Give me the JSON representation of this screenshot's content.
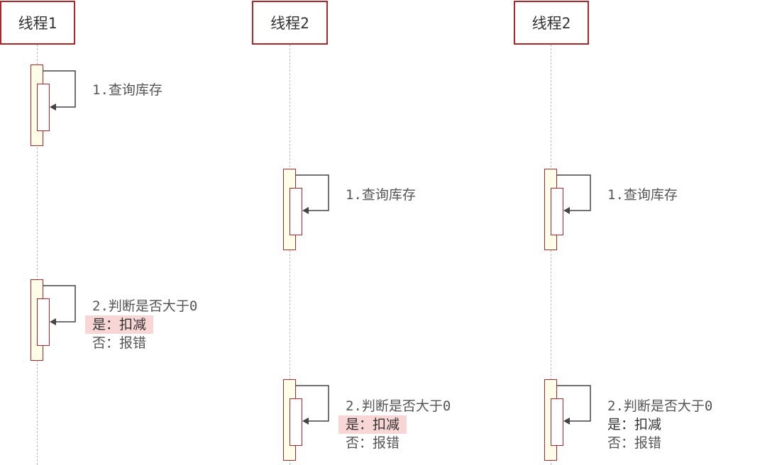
{
  "participants": [
    "线程1",
    "线程2",
    "线程2"
  ],
  "messages": {
    "query": "1.查询库存",
    "judge": "2.判断是否大于0",
    "yes": "是：扣减",
    "no": "否：报错"
  },
  "colors": {
    "border": "#a8292b",
    "activation_fill": "#fffde7",
    "highlight": "#f9d6d6",
    "lifeline": "#b9b9b9",
    "arrow": "#444444"
  }
}
